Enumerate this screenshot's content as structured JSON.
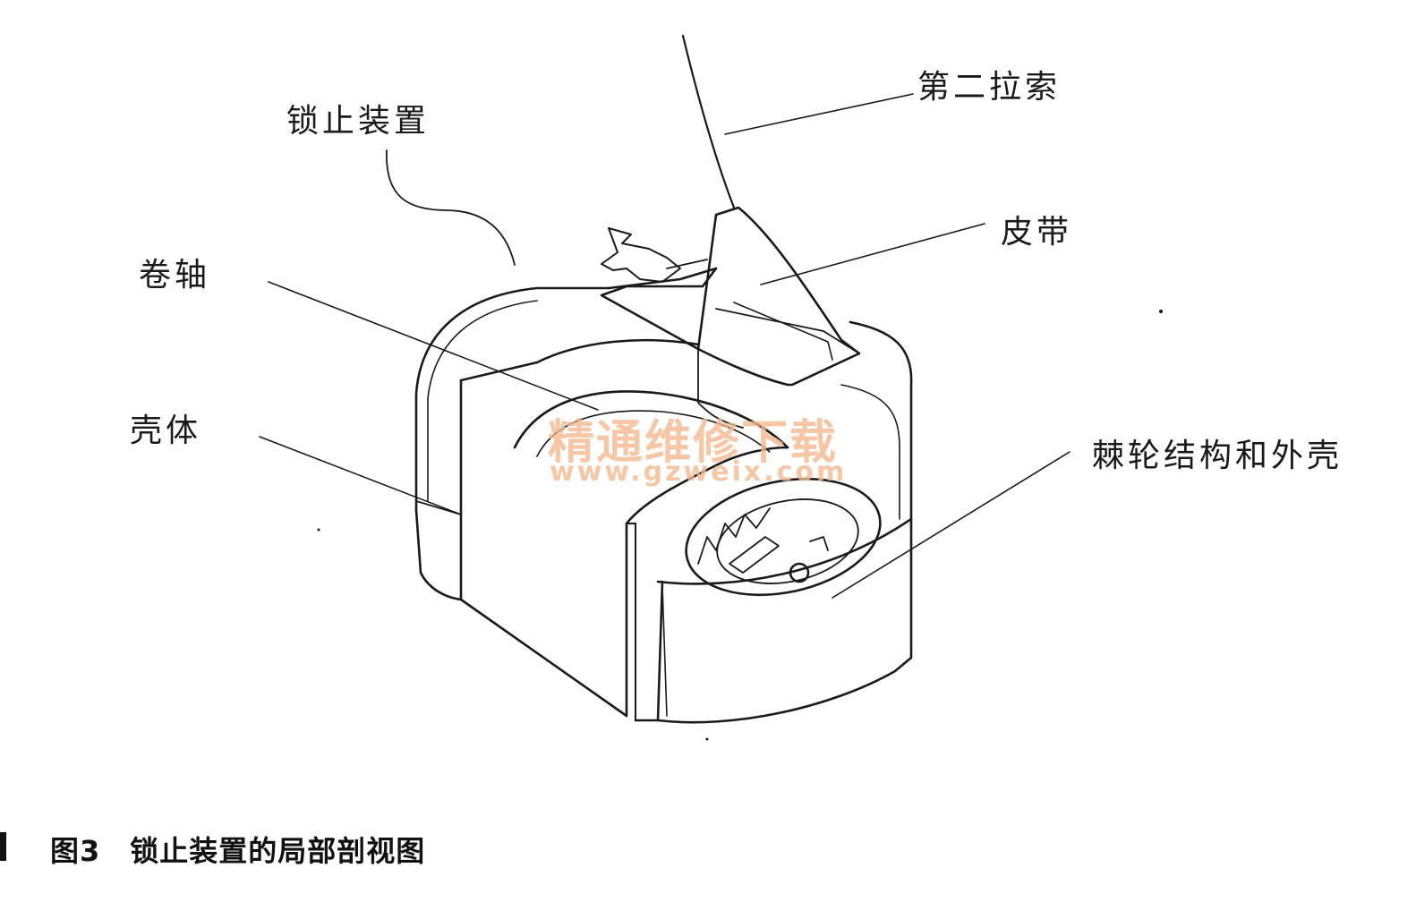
{
  "labels": {
    "lock_device": "锁止装置",
    "second_cable": "第二拉索",
    "belt": "皮带",
    "spool": "卷轴",
    "housing": "壳体",
    "ratchet": "棘轮结构和外壳"
  },
  "caption": "图3　锁止装置的局部剖视图",
  "watermark": {
    "chinese": "精通维修下载",
    "url": "www.gzweix.com",
    "color": "#f4b98f"
  }
}
